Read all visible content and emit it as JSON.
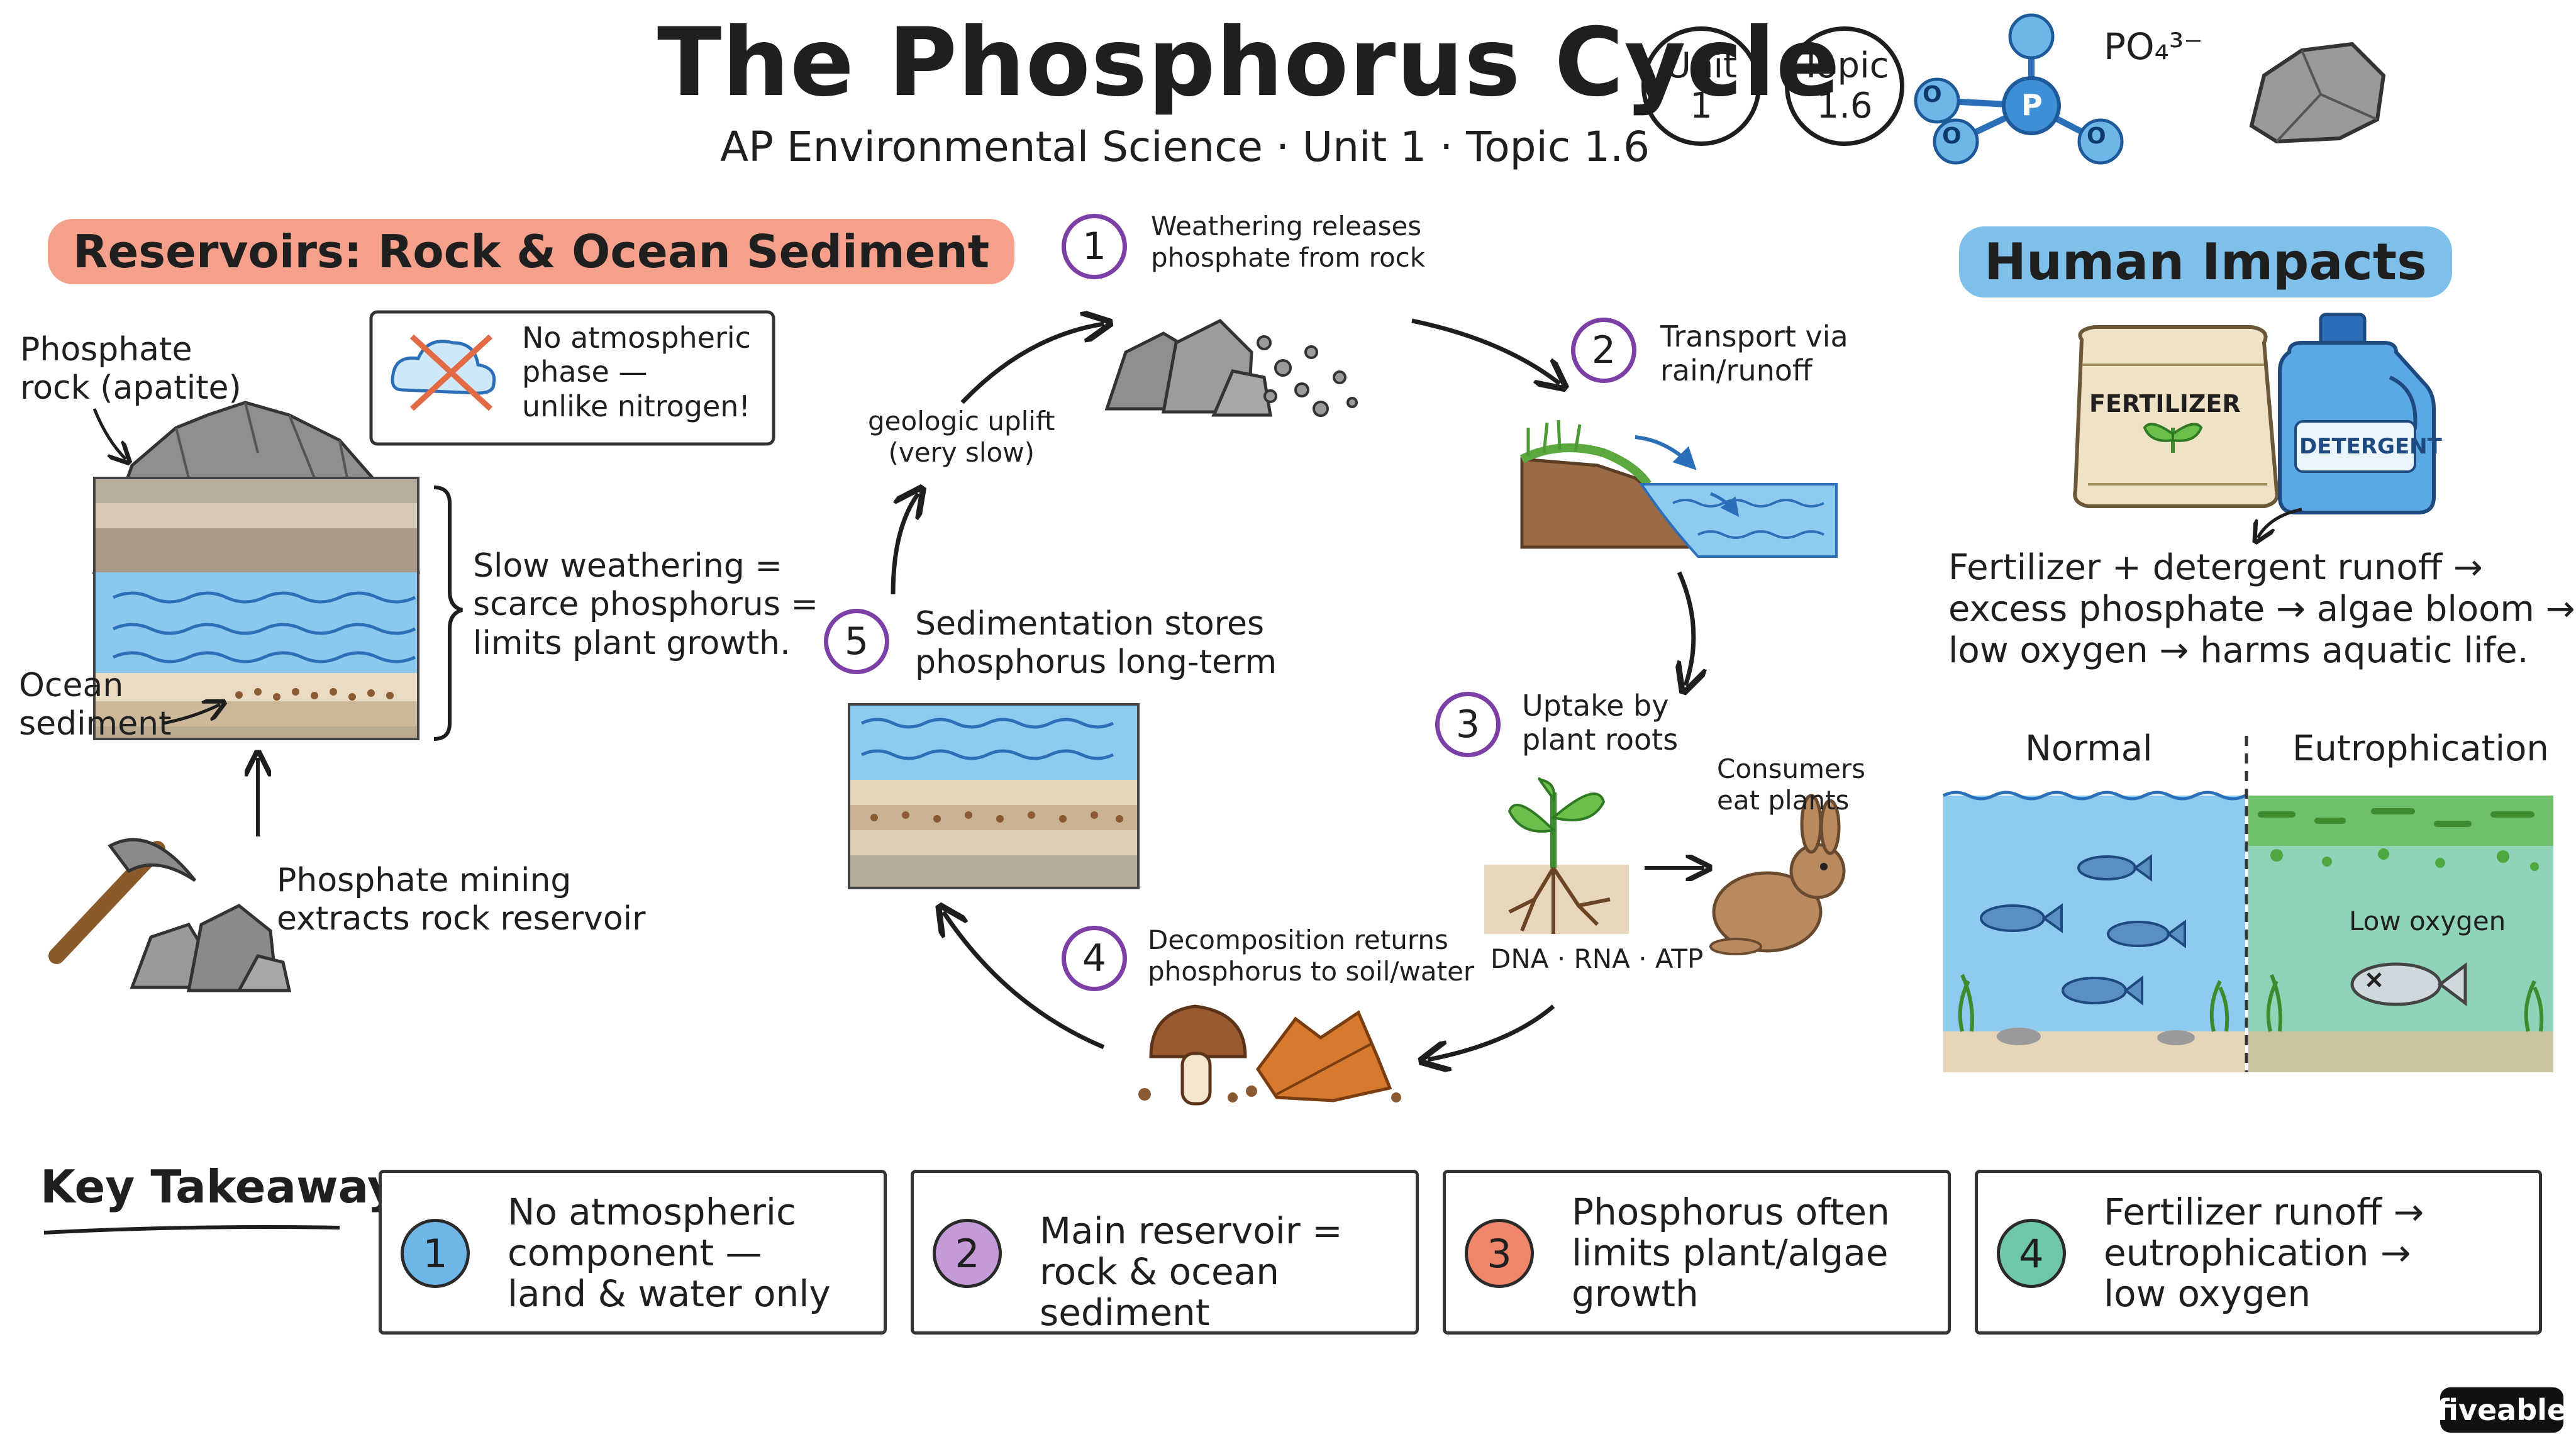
{
  "header": {
    "title": "The Phosphorus Cycle",
    "subtitle": "AP Environmental Science · Unit 1 · Topic 1.6",
    "badges": [
      "Unit\n1",
      "Topic\n1.6"
    ],
    "formula": "PO₄³⁻",
    "molecule_atoms": [
      "O",
      "P",
      "O",
      "O"
    ]
  },
  "left": {
    "banner": "Reservoirs: Rock & Ocean Sediment",
    "callout": "No atmospheric\nphase —\nunlike nitrogen!",
    "rock_label": "Phosphate\nrock (apatite)",
    "sediment_label": "Ocean\nsediment",
    "brace_note": "Slow weathering =\nscarce phosphorus =\nlimits plant growth.",
    "mining_label": "Phosphate mining\nextracts rock reservoir"
  },
  "cycle": {
    "steps": [
      {
        "num": "1",
        "label": "Weathering releases\nphosphate from rock"
      },
      {
        "num": "2",
        "label": "Transport via\nrain/runoff"
      },
      {
        "num": "3",
        "label": "Uptake by\nplant roots"
      },
      {
        "num": "4",
        "label": "Decomposition returns\nphosphorus to soil/water"
      },
      {
        "num": "5",
        "label": "Sedimentation stores\nphosphorus long-term"
      }
    ],
    "uplift_label": "geologic uplift\n(very slow)",
    "consumers_label": "Consumers\neat plants",
    "molecules_label": "DNA · RNA · ATP"
  },
  "right": {
    "banner": "Human Impacts",
    "fertilizer_label": "FERTILIZER",
    "detergent_label": "DETERGENT",
    "chain": "Fertilizer + detergent runoff →\nexcess phosphate → algae bloom →\nlow oxygen → harms aquatic life.",
    "panel_normal": "Normal",
    "panel_eutro": "Eutrophication",
    "low_oxygen": "Low oxygen"
  },
  "takeaways": {
    "heading": "Key Takeaways:",
    "items": [
      {
        "num": "1",
        "text": "No atmospheric\ncomponent —\nland & water only",
        "color": "#6fb6e8"
      },
      {
        "num": "2",
        "text": "Main reservoir =\nrock & ocean sediment",
        "color": "#c59ad9"
      },
      {
        "num": "3",
        "text": "Phosphorus often\nlimits plant/algae\ngrowth",
        "color": "#f2866a"
      },
      {
        "num": "4",
        "text": "Fertilizer runoff →\neutrophication →\nlow oxygen",
        "color": "#6fc7a9"
      }
    ]
  },
  "logo": "fiveable",
  "colors": {
    "banner_left": "#f5a08a",
    "banner_right": "#7fc0ea",
    "step_ring": "#7b3fa6",
    "water": "#7cc4ee",
    "algae": "#6fc06a"
  }
}
